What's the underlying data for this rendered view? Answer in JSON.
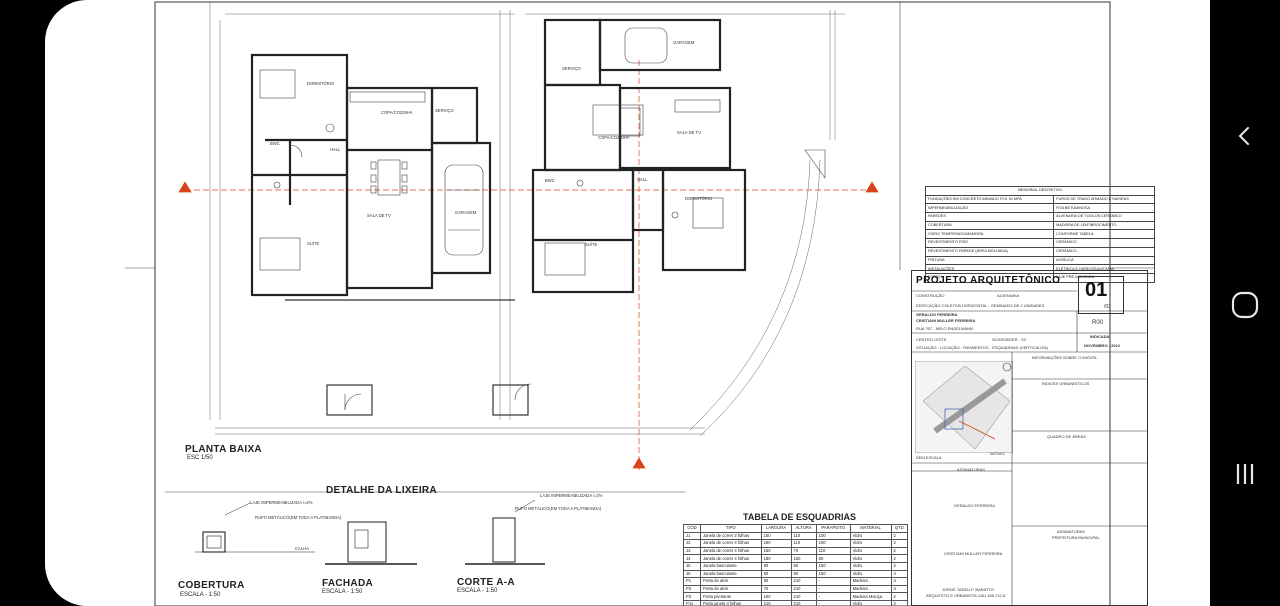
{
  "drawing": {
    "plan_title": "PLANTA BAIXA",
    "plan_scale": "ESC 1/50",
    "trash_title": "DETALHE DA LIXEIRA",
    "roof_title": "COBERTURA",
    "roof_scale": "ESCALA - 1:50",
    "facade_title": "FACHADA",
    "facade_scale": "ESCALA - 1:50",
    "section_title": "CORTE A-A",
    "section_scale": "ESCALA - 1:50",
    "note_slab": "LAJE IMPERMEABILIZADA i=2%",
    "note_rufo": "RUFO METÁLICO(EM TODA A PLATIBANDA)",
    "note_calha": "CALHA",
    "rooms": {
      "garagem": "GARAGEM",
      "servico": "SERVIÇO",
      "dormitorio": "DORMITÓRIO",
      "copa": "COPA/COZINHA",
      "hall": "HALL",
      "bwc": "BWC",
      "sala": "SALA DE TV",
      "suite": "SUÍTE"
    }
  },
  "esquadrias": {
    "title": "TABELA DE ESQUADRIAS",
    "headers": [
      "COD",
      "TIPO",
      "LARGURA",
      "ALTURA",
      "PARAPEITO",
      "MATERIAL",
      "QTD"
    ],
    "rows": [
      [
        "J1",
        "Janela de correr 2 folhas",
        "150",
        "110",
        "100",
        "Vidro",
        "2"
      ],
      [
        "J2",
        "Janela de correr 4 folhas",
        "180",
        "110",
        "100",
        "Vidro",
        "2"
      ],
      [
        "J3",
        "Janela de correr 4 folhas",
        "150",
        "70",
        "110",
        "Vidro",
        "2"
      ],
      [
        "J4",
        "Janela de correr 4 folhas",
        "180",
        "150",
        "60",
        "Vidro",
        "2"
      ],
      [
        "J5",
        "Janela basculante",
        "60",
        "60",
        "150",
        "Vidro",
        "2"
      ],
      [
        "J6",
        "Janela basculante",
        "50",
        "80",
        "150",
        "Vidro",
        "4"
      ],
      [
        "P1",
        "Porta de abrir",
        "80",
        "210",
        "-",
        "Madeira",
        "4"
      ],
      [
        "P2",
        "Porta de abrir",
        "70",
        "210",
        "-",
        "Madeira",
        "4"
      ],
      [
        "P3",
        "Porta pivotante",
        "100",
        "210",
        "-",
        "Madeira Maciça",
        "2"
      ],
      [
        "PJ1",
        "Porta janela 4 folhas",
        "210",
        "210",
        "-",
        "Vidro",
        "2"
      ]
    ]
  },
  "memorial": {
    "title": "MEMORIAL DESCRITIVO",
    "rows": [
      [
        "FUNDAÇÕES EM CONCRETO ARMADO FCK 30 MPA",
        "FUROS DE TRADO ARMADO E SAPATAS"
      ],
      [
        "IMPERMEABILIZAÇÃO",
        "FITA BETUMINOSA"
      ],
      [
        "PAREDES",
        "ALVENARIA DE TIJOLOS CERÂMICO"
      ],
      [
        "COBERTURA",
        "MADEIRA DE LEI/FIBROCIMENTO"
      ],
      [
        "VIDRO TEMPERADO/MADEIRA",
        "CONFORME TABELA"
      ],
      [
        "REVESTIMENTO PISO",
        "CERÂMICO"
      ],
      [
        "REVESTIMENTO PAREDE (ÁREA MOLHADA)",
        "CERÂMICO"
      ],
      [
        "PINTURA",
        "ACRÍLICA"
      ],
      [
        "INSTALAÇÕES",
        "ELÉTRICA E HIDROSSANITÁRIA"
      ],
      [
        "FORRO",
        "LAJE PRÉ-MOLDADA"
      ]
    ]
  },
  "stamp": {
    "title": "PROJETO ARQUITETÔNICO",
    "sheet_number": "01",
    "sheet_total": "/03",
    "construcao": "CONSTRUÇÃO",
    "construcao_value": "ALVENARIA",
    "edificacao": "EDIFICAÇÃO COLETIVA HORIZONTAL - GEMINADO DE 2 UNIDADES",
    "owner1": "GERALDO FERREIRA",
    "owner2": "CRISTIANI MULLER FERREIRA",
    "address": "RUA 767 - NELO ENGELMANN",
    "district": "CENTRO LESTE",
    "city": "SCHROEDER - SC",
    "content": "SITUAÇÃO - LOCAÇÃO - PAVIMENTOS - ESQUADRIAS (VERTICALIZA)",
    "revision": "R00",
    "indicada": "INDICADA",
    "date": "NOVEMBRO - 2022",
    "info_title": "INFORMAÇÕES SOBRE O IMÓVEL",
    "indices_title": "ÍNDICES URBANÍSTICOS",
    "areas_title": "QUADRO DE ÁREAS",
    "no_scale": "SEM ESCALA",
    "imovel": "IMÓVEL",
    "assinaturas": "ASSINATURAS",
    "sign1": "GERALDO FERREIRA",
    "sign2": "CRISTIANI MULLER FERREIRA",
    "sign3": "JORGE TADEU F. BARATTO",
    "sign3_role": "ARQUITETO E URBANISTA CAU 166.712-8",
    "prefeitura_title": "ASSINATURAS",
    "prefeitura": "PREFEITURA MUNICIPAL"
  },
  "navigation": {
    "back_icon": "chevron-left-icon",
    "home_icon": "circle-home-icon",
    "recents_icon": "three-bars-recents-icon"
  },
  "colors": {
    "axis_red": "#d9421a",
    "nav_icon": "#e8e8e8"
  }
}
